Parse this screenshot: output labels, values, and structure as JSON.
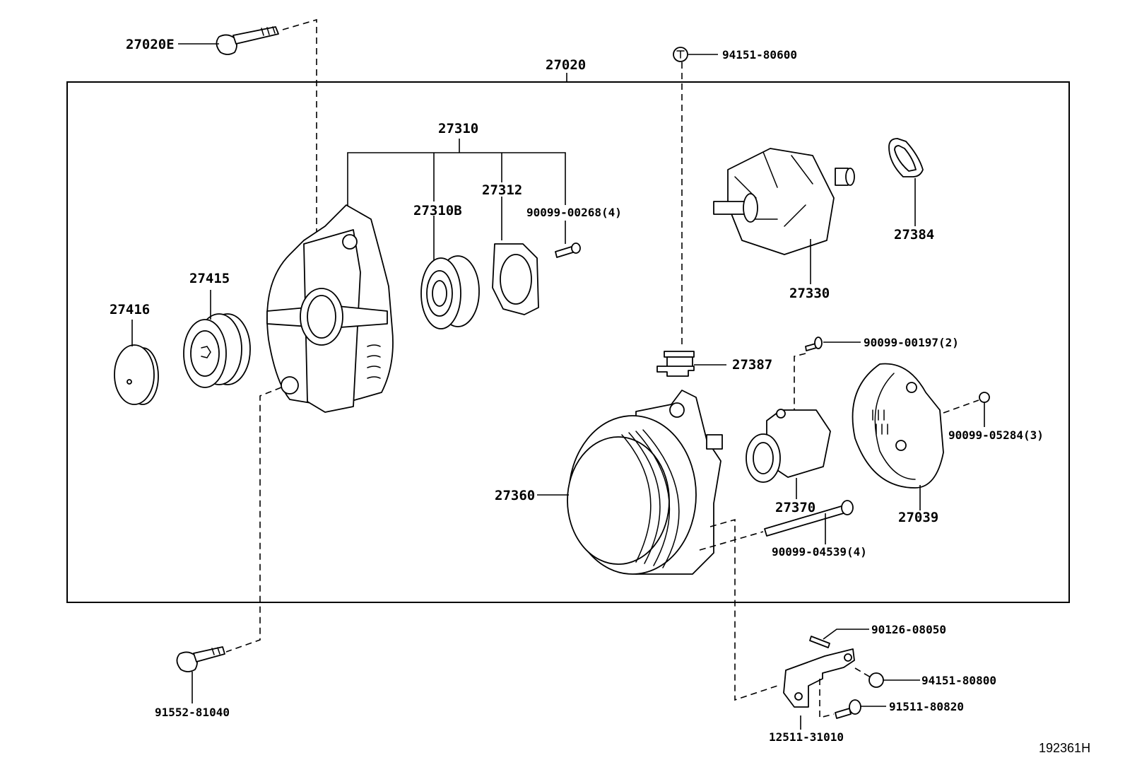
{
  "diagram": {
    "type": "exploded parts diagram",
    "subject": "Alternator assembly",
    "reference_code": "192361H",
    "assembly": {
      "part_no": "27020",
      "label": "27020"
    },
    "sub_assembly": {
      "part_no": "27310",
      "label": "27310",
      "children": [
        "27310B",
        "27312",
        "90099-00268(4)"
      ]
    },
    "parts": [
      {
        "id": "p-27020e",
        "label": "27020E",
        "description": "bolt",
        "icon": "bolt-icon"
      },
      {
        "id": "p-94151-80600",
        "label": "94151-80600",
        "description": "nut",
        "icon": "nut-icon"
      },
      {
        "id": "p-27310b",
        "label": "27310B",
        "description": "bearing",
        "icon": "bearing-icon"
      },
      {
        "id": "p-27312",
        "label": "27312",
        "description": "bearing retainer plate",
        "icon": "plate-icon"
      },
      {
        "id": "p-90099-00268",
        "label": "90099-00268(4)",
        "description": "screw",
        "icon": "screw-icon",
        "qty": 4
      },
      {
        "id": "p-27416",
        "label": "27416",
        "description": "pulley cap",
        "icon": "cap-icon"
      },
      {
        "id": "p-27415",
        "label": "27415",
        "description": "pulley",
        "icon": "pulley-icon"
      },
      {
        "id": "p-27330",
        "label": "27330",
        "description": "rotor",
        "icon": "rotor-icon"
      },
      {
        "id": "p-27384",
        "label": "27384",
        "description": "ring",
        "icon": "ring-icon"
      },
      {
        "id": "p-27387",
        "label": "27387",
        "description": "terminal insulator",
        "icon": "insulator-icon"
      },
      {
        "id": "p-90099-00197",
        "label": "90099-00197(2)",
        "description": "screw",
        "icon": "screw-icon",
        "qty": 2
      },
      {
        "id": "p-27360",
        "label": "27360",
        "description": "drive end frame",
        "icon": "frame-icon"
      },
      {
        "id": "p-27370",
        "label": "27370",
        "description": "brush holder",
        "icon": "brush-holder-icon"
      },
      {
        "id": "p-27039",
        "label": "27039",
        "description": "rear end cover",
        "icon": "cover-icon"
      },
      {
        "id": "p-90099-05284",
        "label": "90099-05284(3)",
        "description": "nut",
        "icon": "nut-icon",
        "qty": 3
      },
      {
        "id": "p-90099-04539",
        "label": "90099-04539(4)",
        "description": "through bolt",
        "icon": "bolt-icon",
        "qty": 4
      },
      {
        "id": "p-90126-08050",
        "label": "90126-08050",
        "description": "stud",
        "icon": "stud-icon"
      },
      {
        "id": "p-94151-80800",
        "label": "94151-80800",
        "description": "nut",
        "icon": "nut-icon"
      },
      {
        "id": "p-91511-80820",
        "label": "91511-80820",
        "description": "bolt",
        "icon": "bolt-icon"
      },
      {
        "id": "p-12511-31010",
        "label": "12511-31010",
        "description": "bracket",
        "icon": "bracket-icon"
      },
      {
        "id": "p-91552-81040",
        "label": "91552-81040",
        "description": "bolt",
        "icon": "bolt-icon"
      }
    ]
  }
}
